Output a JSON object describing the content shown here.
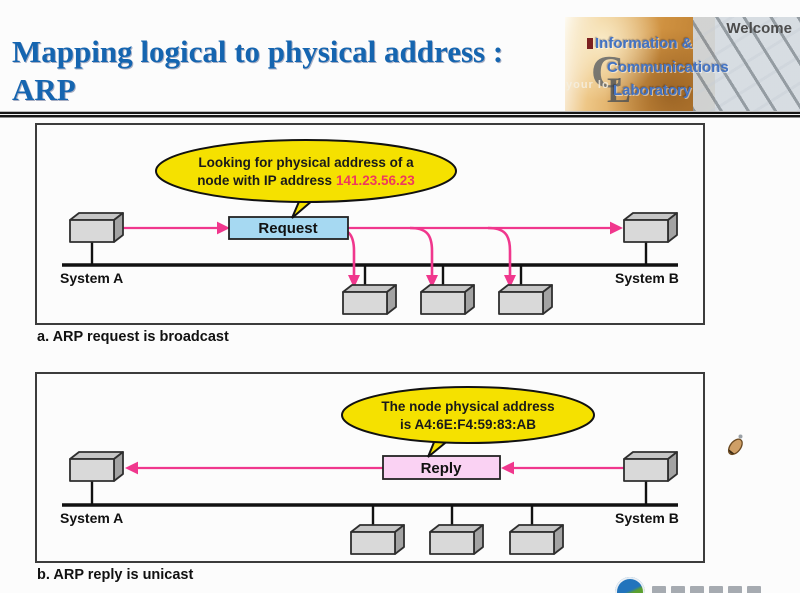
{
  "header": {
    "title": "Mapping logical to physical address : ARP",
    "logo": {
      "welcome": "Welcome",
      "line1": "Information &",
      "line2": "Communications",
      "line3": "Laboratory",
      "monogram_c": "C",
      "monogram_l": "L",
      "tagline": "your lo"
    }
  },
  "diagram_a": {
    "bubble_line1": "Looking for physical address of a",
    "bubble_line2_prefix": "node with IP address",
    "bubble_ip": "141.23.56.23",
    "packet_label": "Request",
    "system_left": "System A",
    "system_right": "System B",
    "caption": "a. ARP request is broadcast"
  },
  "diagram_b": {
    "bubble_line1": "The node physical address",
    "bubble_line2": "is A4:6E:F4:59:83:AB",
    "packet_label": "Reply",
    "system_left": "System A",
    "system_right": "System B",
    "caption": "b. ARP reply is unicast"
  },
  "colors": {
    "title_blue": "#1565b0",
    "arrow_pink": "#f0378d",
    "bubble_yellow": "#f5e100",
    "request_fill": "#a6d9f2",
    "reply_fill": "#fad2f3",
    "ip_red": "#ee3a5e"
  }
}
